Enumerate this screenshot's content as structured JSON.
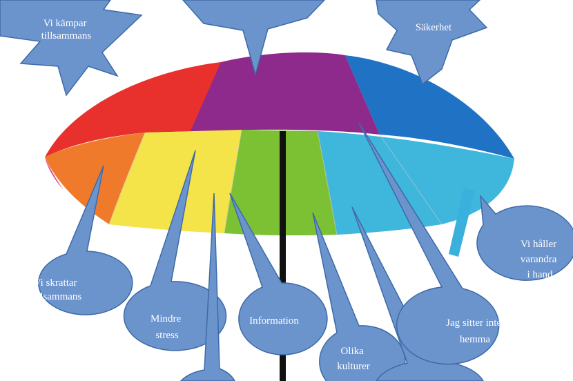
{
  "diagram": {
    "labels": {
      "kampar": [
        "Vi kämpar",
        "tillsammans"
      ],
      "sakerhet": [
        "Säkerhet"
      ],
      "skrattar": [
        "Vi skrattar",
        "tillsammans"
      ],
      "stress": [
        "Mindre",
        "stress"
      ],
      "information": [
        "Information"
      ],
      "kulturer": [
        "Olika",
        "kulturer"
      ],
      "hemma": [
        "Jag sitter inte",
        "hemma"
      ],
      "haller": [
        "Vi håller",
        "varandra",
        "i hand"
      ]
    },
    "colors": {
      "red": "#e8302c",
      "orange": "#f07a2c",
      "yellow": "#f4e44a",
      "green": "#7cc034",
      "purple": "#8e2a8c",
      "blue": "#1f72c4",
      "light_blue": "#3fb6dc",
      "bubble": "#6b93cc",
      "bubble_stroke": "#3d6aa8"
    }
  }
}
